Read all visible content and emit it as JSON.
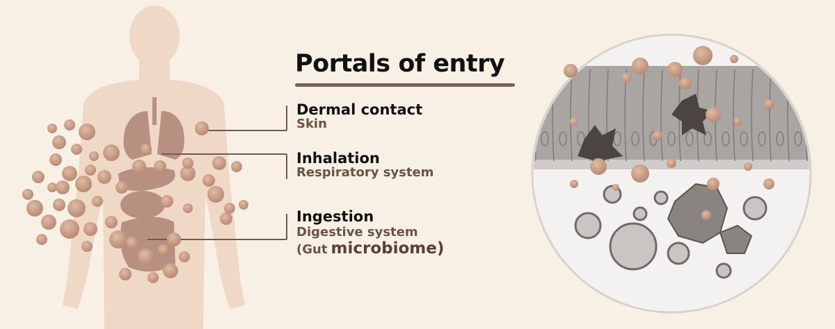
{
  "title": "Portals of entry",
  "portals": [
    {
      "name": "Dermal contact",
      "detail": "Skin"
    },
    {
      "name": "Inhalation",
      "detail": "Respiratory system"
    },
    {
      "name": "Ingestion",
      "detail": "Digestive system",
      "detail_prefix": "(Gut",
      "detail_emphasis": "microbiome)"
    }
  ],
  "colors": {
    "background": "#f8f0e5",
    "body": "#efd8c6",
    "particle": "#c99e88",
    "line": "#6e5a52",
    "organ": "#a5796a"
  }
}
